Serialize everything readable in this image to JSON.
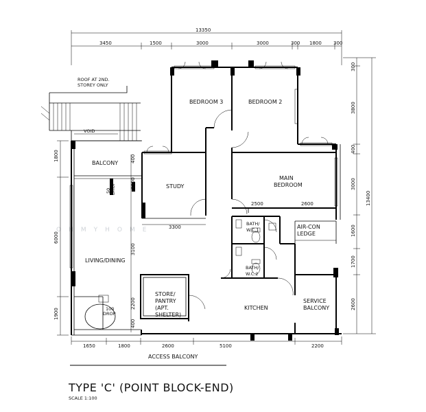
{
  "overall_width": "13350",
  "overall_depth": "13400",
  "top_dims": [
    "3450",
    "1500",
    "3000",
    "3000",
    "300",
    "1800",
    "300"
  ],
  "bottom_dims": [
    "1650",
    "1800",
    "2600",
    "5100",
    "2200"
  ],
  "left_dims": [
    "1800",
    "6000",
    "1900"
  ],
  "right_dims": [
    "300",
    "3800",
    "400",
    "3000",
    "1600",
    "1700",
    "2600"
  ],
  "inner_dims": {
    "study_left": "400",
    "study_height": "3300",
    "living_height": "3100",
    "store_height": "2200",
    "bottom_left": "400",
    "study_width": "3300",
    "main_bed_a": "2500",
    "main_bed_b": "2600"
  },
  "annotations": {
    "roof": "ROOF AT 2ND.",
    "roof2": "STOREY ONLY",
    "void": "VOID",
    "drop_a": "50",
    "drop_b": "DROP",
    "drop_c": "100",
    "drop_d": "DROP"
  },
  "rooms": {
    "bedroom3": "BEDROOM 3",
    "bedroom2": "BEDROOM 2",
    "balcony": "BALCONY",
    "study": "STUDY",
    "main_bedroom_1": "MAIN",
    "main_bedroom_2": "BEDROOM",
    "bath1_1": "BATH/",
    "bath1_2": "W.C.1",
    "aircon_1": "AIR-CON",
    "aircon_2": "LEDGE",
    "bath2_1": "BATH/",
    "bath2_2": "W.C.2",
    "living": "LIVING/DINING",
    "store_1": "STORE/",
    "store_2": "PANTRY",
    "store_3": "(APT.",
    "store_4": "SHELTER)",
    "kitchen": "KITCHEN",
    "service_1": "SERVICE",
    "service_2": "BALCONY",
    "access": "ACCESS BALCONY"
  },
  "title": "TYPE 'C' (POINT BLOCK-END)",
  "scale": "SCALE  1:100",
  "watermark": "OHMYHOME"
}
